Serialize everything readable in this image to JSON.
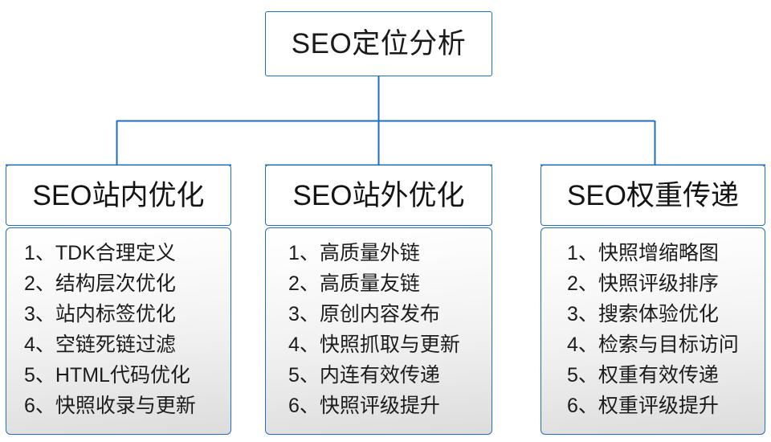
{
  "diagram": {
    "type": "organization-tree",
    "root": {
      "label": "SEO定位分析"
    },
    "colors": {
      "border": "#1F6FC0",
      "connector": "#1F6FC0",
      "text": "#1a1a1a",
      "panel_top": "#ffffff",
      "panel_bottom": "#dcdcdc"
    },
    "branches": [
      {
        "title": "SEO站内优化",
        "items": [
          "1、TDK合理定义",
          "2、结构层次优化",
          "3、站内标签优化",
          "4、空链死链过滤",
          "5、HTML代码优化",
          "6、快照收录与更新"
        ]
      },
      {
        "title": "SEO站外优化",
        "items": [
          "1、高质量外链",
          "2、高质量友链",
          "3、原创内容发布",
          "4、快照抓取与更新",
          "5、内连有效传递",
          "6、快照评级提升"
        ]
      },
      {
        "title": "SEO权重传递",
        "items": [
          "1、快照增缩略图",
          "2、快照评级排序",
          "3、搜索体验优化",
          "4、检索与目标访问",
          "5、权重有效传递",
          "6、权重评级提升"
        ]
      }
    ]
  }
}
